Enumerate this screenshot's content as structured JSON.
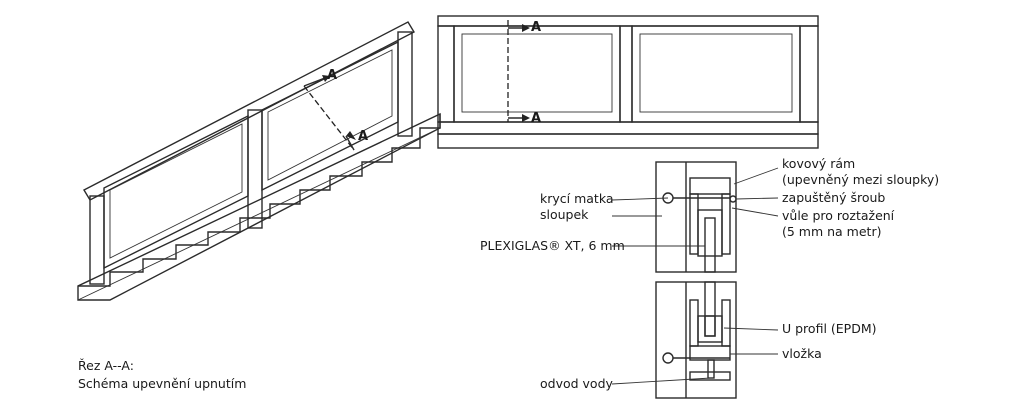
{
  "section_marker": "A",
  "caption": {
    "line1": "Řez A--A:",
    "line2": "Schéma upevnění upnutím"
  },
  "labels": {
    "frame": "kovový rám",
    "frame_note": "(upevněný mezi sloupky)",
    "screw": "zapuštěný šroub",
    "gap": "vůle pro roztažení",
    "gap_note": "(5 mm na metr)",
    "cap_nut": "krycí matka",
    "post": "sloupek",
    "sheet": "PLEXIGLAS® XT, 6 mm",
    "u_profile": "U profil (EPDM)",
    "insert": "vložka",
    "drain": "odvod vody"
  },
  "colors": {
    "panel_fill": "#dcc6d8",
    "line": "#2b2b2b",
    "wood": "#f3efe6"
  }
}
